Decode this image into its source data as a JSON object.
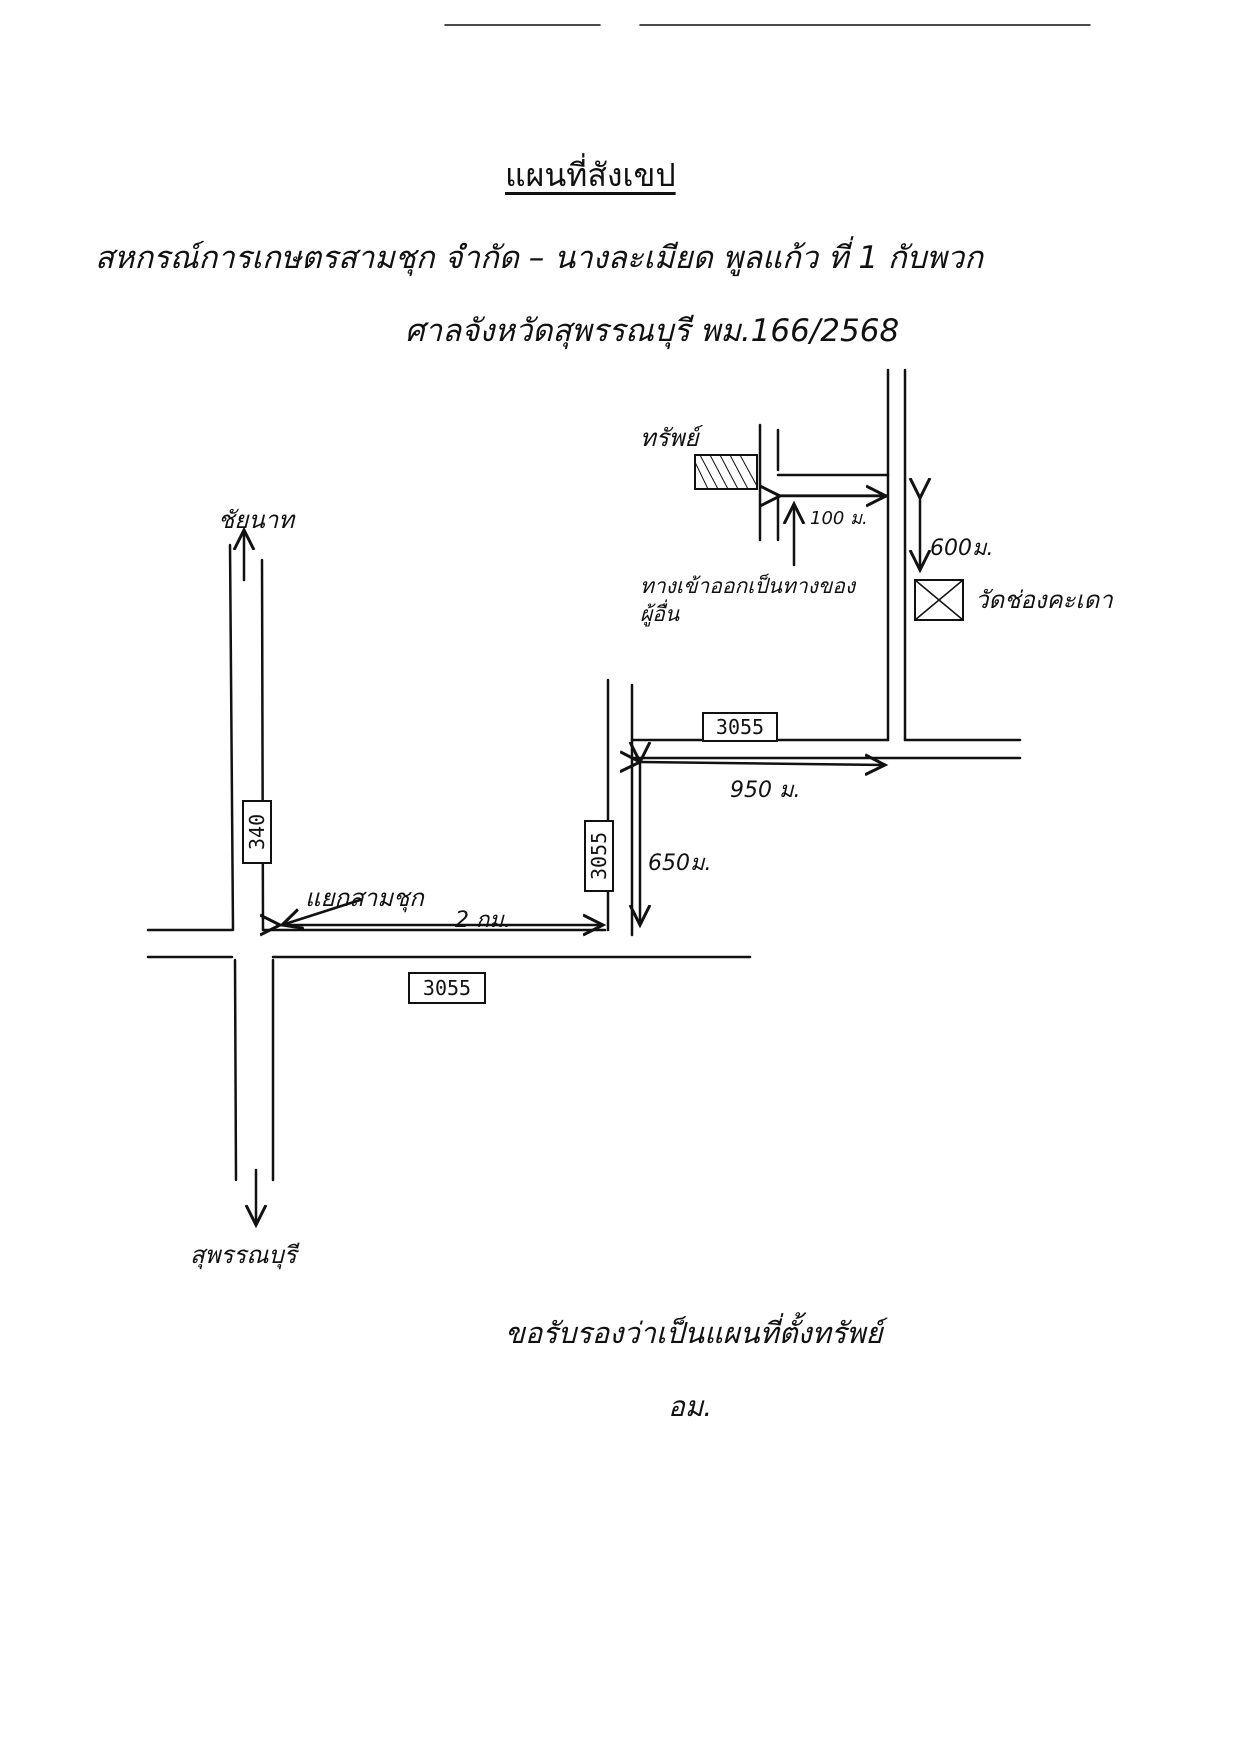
{
  "title": "แผนที่สังเขป",
  "subtitle_line1": "สหกรณ์การเกษตรสามชุก จำกัด – นางละเมียด พูลแก้ว ที่ 1 กับพวก",
  "subtitle_line2": "ศาลจังหวัดสุพรรณบุรี พม.166/2568",
  "places": {
    "chainat": "ชัยนาท",
    "suphanburi": "สุพรรณบุรี",
    "sam_chuk_junction": "แยกสามชุก",
    "property": "ทรัพย์",
    "wat": "วัดช่องคะเดา",
    "access_note_line1": "ทางเข้าออกเป็นทางของ",
    "access_note_line2": "ผู้อื่น"
  },
  "distances": {
    "d_2km": "2 กม.",
    "d_650m": "650ม.",
    "d_950m": "950 ม.",
    "d_100m": "100 ม.",
    "d_600m": "600ม."
  },
  "roads": {
    "r340": "340",
    "r3055_bottom": "3055",
    "r3055_vertical": "3055",
    "r3055_top": "3055"
  },
  "certification": "ขอรับรองว่าเป็นแผนที่ตั้งทรัพย์",
  "signature_initials": "อม."
}
